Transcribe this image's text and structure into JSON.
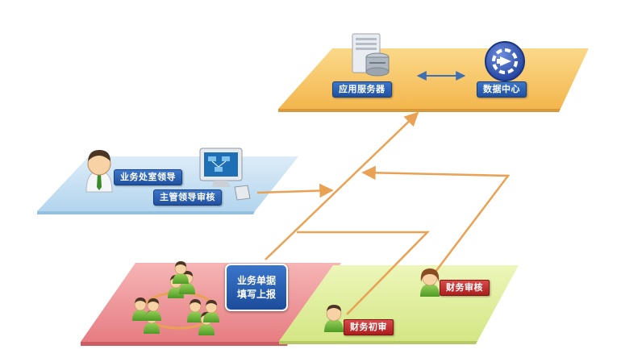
{
  "server_layer": {
    "app_server_label": "应用服务器",
    "data_center_label": "数据中心"
  },
  "leader_layer": {
    "dept_leader_label": "业务处室领导",
    "supervisor_label": "主管领导审核"
  },
  "business_layer": {
    "fill_report_line1": "业务单据",
    "fill_report_line2": "填写上报"
  },
  "finance_layer": {
    "finance_review_label": "财务审核",
    "finance_initial_label": "财务初审"
  },
  "colors": {
    "orange_plane": "#f7c86a",
    "blue_plane": "#c5e1f3",
    "red_plane": "#ef9b9e",
    "green_plane": "#dfee9a",
    "arrow": "#e9a154",
    "label_blue": "#2a5cad",
    "label_red": "#c0292b"
  },
  "icons": [
    "server-icon",
    "data-center-icon",
    "bidirectional-arrow-icon",
    "person-icon",
    "computer-monitor-icon",
    "group-of-people-icon"
  ]
}
